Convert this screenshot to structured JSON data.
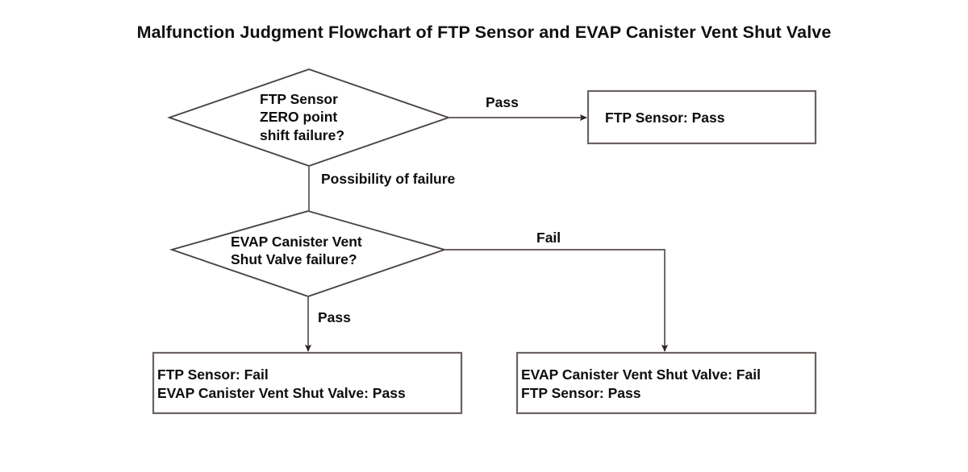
{
  "title": "Malfunction Judgment Flowchart of FTP Sensor and EVAP Canister Vent Shut Valve",
  "colors": {
    "background": "#ffffff",
    "diamond_stroke": "#4a4442",
    "box_stroke": "#6b6260",
    "connector_stroke": "#6b6260",
    "arrow_fill": "#2b2422",
    "text": "#0d0d0d"
  },
  "nodes": {
    "decision_1": {
      "shape": "diamond",
      "text": "FTP Sensor\nZERO point\nshift failure?",
      "lines": [
        "FTP Sensor",
        "ZERO point",
        "shift failure?"
      ]
    },
    "decision_2": {
      "shape": "diamond",
      "text": "EVAP Canister Vent\nShut Valve failure?",
      "lines": [
        "EVAP Canister Vent",
        "Shut Valve failure?"
      ]
    },
    "result_ftp_pass": {
      "shape": "rectangle",
      "text": "FTP Sensor: Pass",
      "lines": [
        "FTP Sensor: Pass"
      ]
    },
    "result_ftp_fail": {
      "shape": "rectangle",
      "text": "FTP Sensor: Fail\nEVAP Canister Vent Shut Valve: Pass",
      "lines": [
        "FTP Sensor: Fail",
        "EVAP Canister Vent Shut Valve: Pass"
      ]
    },
    "result_evap_fail": {
      "shape": "rectangle",
      "text": "EVAP Canister Vent Shut Valve: Fail\nFTP Sensor: Pass",
      "lines": [
        "EVAP Canister Vent Shut Valve: Fail",
        "FTP Sensor: Pass"
      ]
    }
  },
  "edges": {
    "d1_to_ftp_pass": {
      "label": "Pass"
    },
    "d1_to_d2": {
      "label": "Possibility of failure"
    },
    "d2_to_evap_fail": {
      "label": "Fail"
    },
    "d2_to_ftp_fail": {
      "label": "Pass"
    }
  }
}
